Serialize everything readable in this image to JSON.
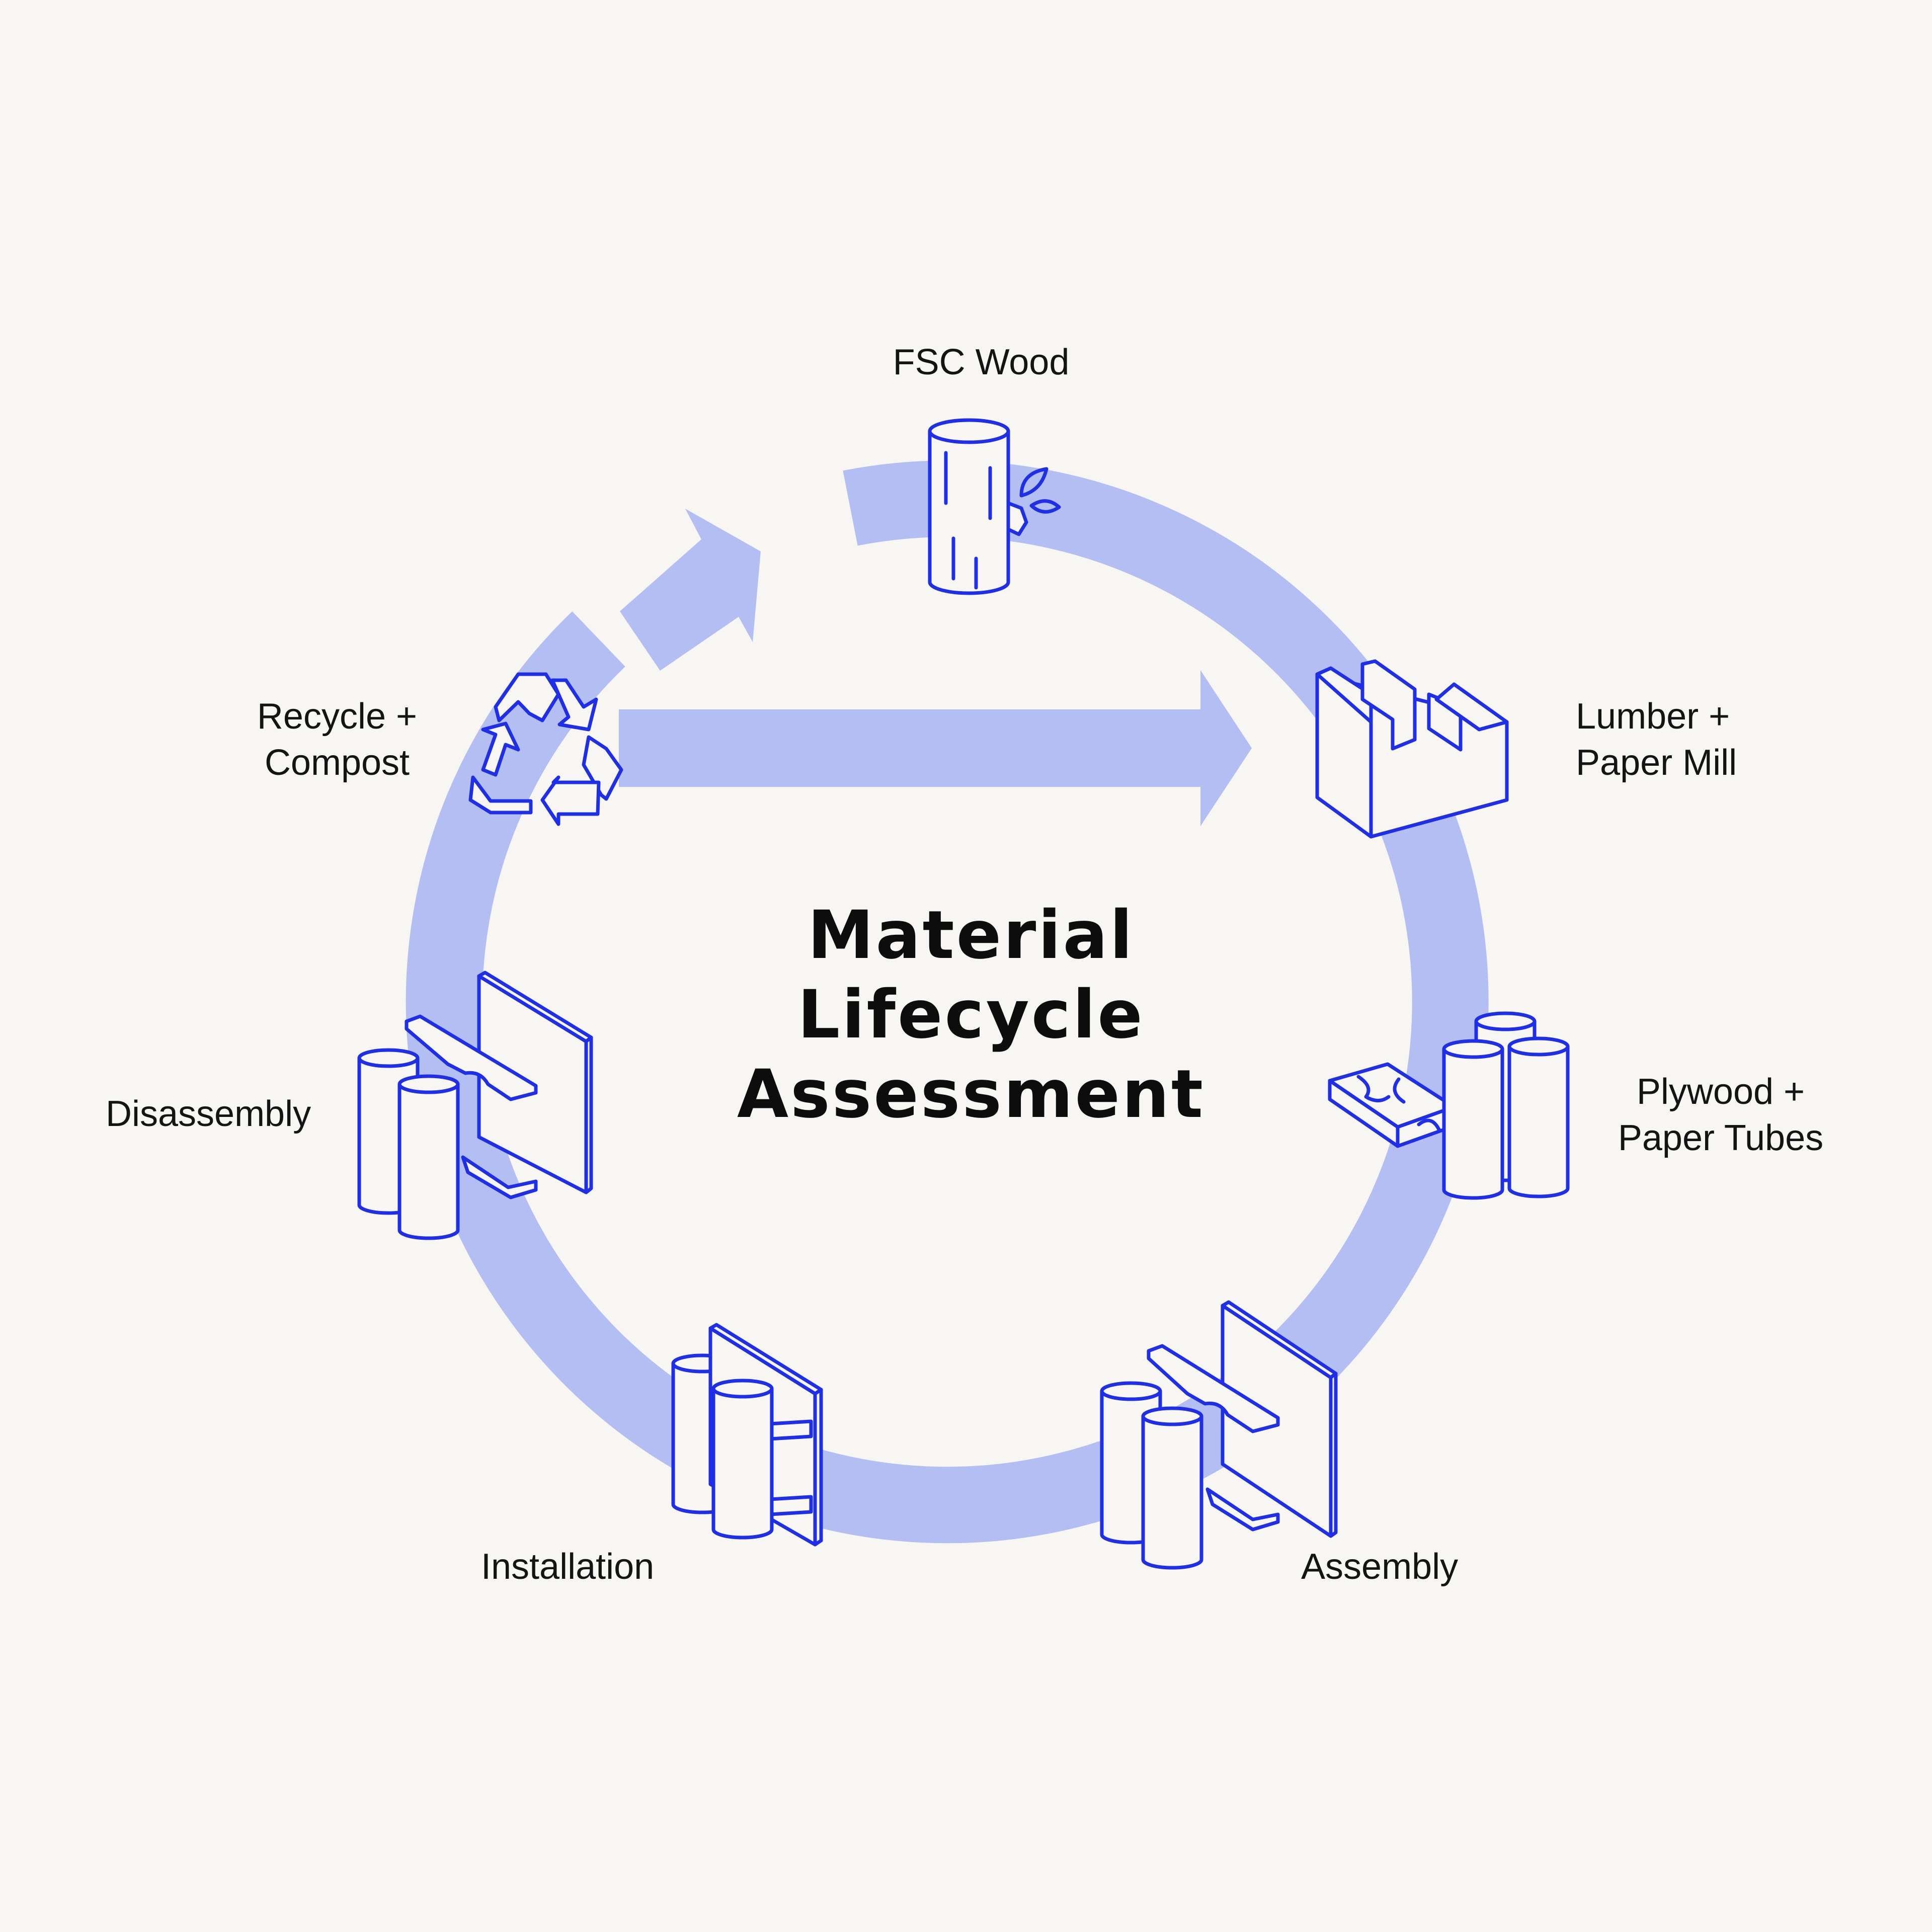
{
  "title": {
    "line1": "Material",
    "line2": "Lifecycle",
    "line3": "Assessment"
  },
  "stages": {
    "fsc_wood": {
      "line1": "FSC Wood",
      "icon": "log-with-leaves-icon"
    },
    "lumber_mill": {
      "line1": "Lumber +",
      "line2": "Paper Mill",
      "icon": "mill-building-icon"
    },
    "plywood_tubes": {
      "line1": "Plywood +",
      "line2": "Paper Tubes",
      "icon": "plywood-and-tubes-icon"
    },
    "assembly": {
      "line1": "Assembly",
      "icon": "assembly-parts-icon"
    },
    "installation": {
      "line1": "Installation",
      "icon": "installed-structure-icon"
    },
    "disassembly": {
      "line1": "Disassembly",
      "icon": "disassembled-parts-icon"
    },
    "recycle": {
      "line1": "Recycle +",
      "line2": "Compost",
      "icon": "recycle-icon"
    }
  },
  "colors": {
    "background": "#f7f6f3",
    "cycle_arrow": "#b3bef2",
    "icon_stroke": "#1f2fe8",
    "text": "#141414"
  }
}
